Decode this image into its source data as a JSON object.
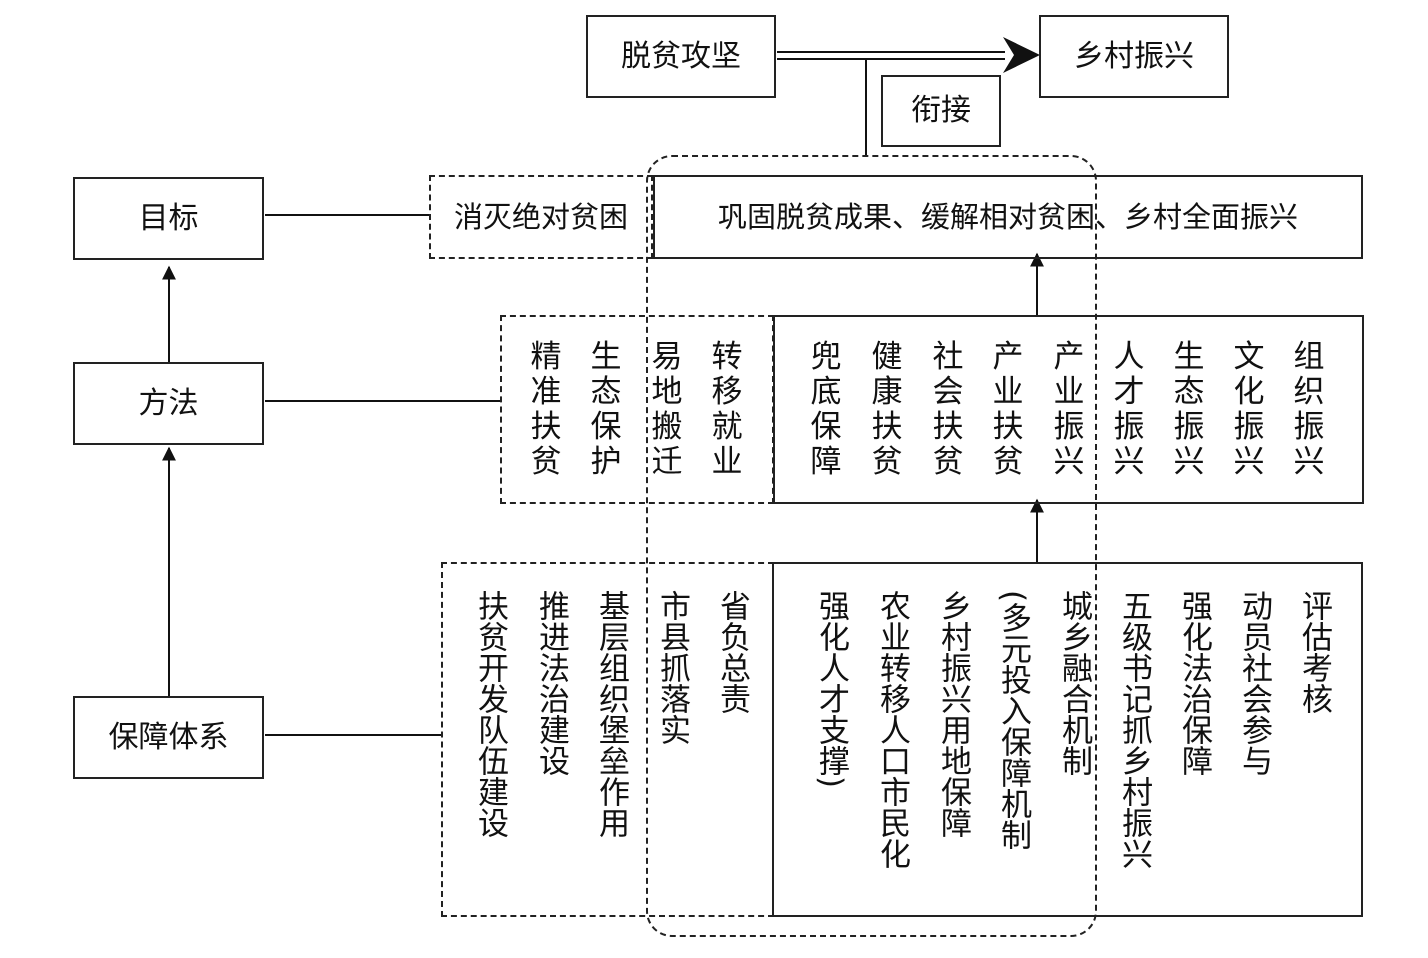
{
  "top": {
    "from": "脱贫攻坚",
    "to": "乡村振兴",
    "link": "衔接"
  },
  "left": {
    "goal": "目标",
    "method": "方法",
    "support": "保障体系"
  },
  "goal_row": {
    "poverty": "消灭绝对贫困",
    "revitalization": "巩固脱贫成果、缓解相对贫困、乡村全面振兴"
  },
  "method_row": {
    "poverty_items": [
      "精准扶贫",
      "生态保护",
      "易地搬迁",
      "转移就业"
    ],
    "bridge_items": [
      "兜底保障",
      "健康扶贫",
      "社会扶贫",
      "产业扶贫",
      "产业振兴"
    ],
    "revitalization_items": [
      "人才振兴",
      "生态振兴",
      "文化振兴",
      "组织振兴"
    ]
  },
  "support_row": {
    "poverty_items": [
      "扶贫开发队伍建设",
      "推进法治建设",
      "基层组织堡垒作用",
      "市县抓落实",
      "省负总责"
    ],
    "bridge_items": [
      "强化人才支撑",
      "农业转移人口市民化",
      "乡村振兴用地保障",
      "多元投入保障机制",
      "城乡融合机制"
    ],
    "revitalization_items": [
      "五级书记抓乡村振兴",
      "强化法治保障",
      "动员社会参与",
      "评估考核"
    ]
  }
}
